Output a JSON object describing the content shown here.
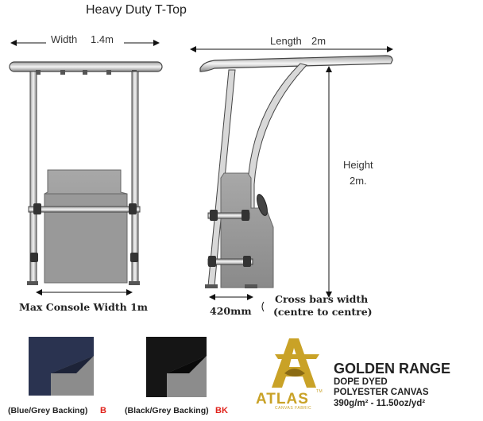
{
  "title": "Heavy Duty T-Top",
  "front_view": {
    "width_label": "Width",
    "width_value": "1.4m",
    "console_label": "Max Console Width 1m"
  },
  "side_view": {
    "length_label": "Length",
    "length_value": "2m",
    "height_label": "Height",
    "height_value": "2m.",
    "bar_spacing": "420mm",
    "cross_bars_line1": "Cross bars width",
    "cross_bars_line2": "(centre to centre)"
  },
  "swatches": [
    {
      "caption": "(Blue/Grey Backing)",
      "code": "B",
      "color": "#2a3350",
      "backing": "#8c8c8c"
    },
    {
      "caption": "(Black/Grey Backing)",
      "code": "BK",
      "color": "#151515",
      "backing": "#8c8c8c"
    }
  ],
  "code_color": "#e0221b",
  "brand": {
    "name": "ATLAS",
    "trademark": "TM",
    "tagline": "CANVAS FABRIC",
    "gold": "#c9a227",
    "range": "GOLDEN RANGE",
    "line1": "DOPE DYED",
    "line2": "POLYESTER CANVAS",
    "weight": "390g/m² - 11.50oz/yd²"
  }
}
